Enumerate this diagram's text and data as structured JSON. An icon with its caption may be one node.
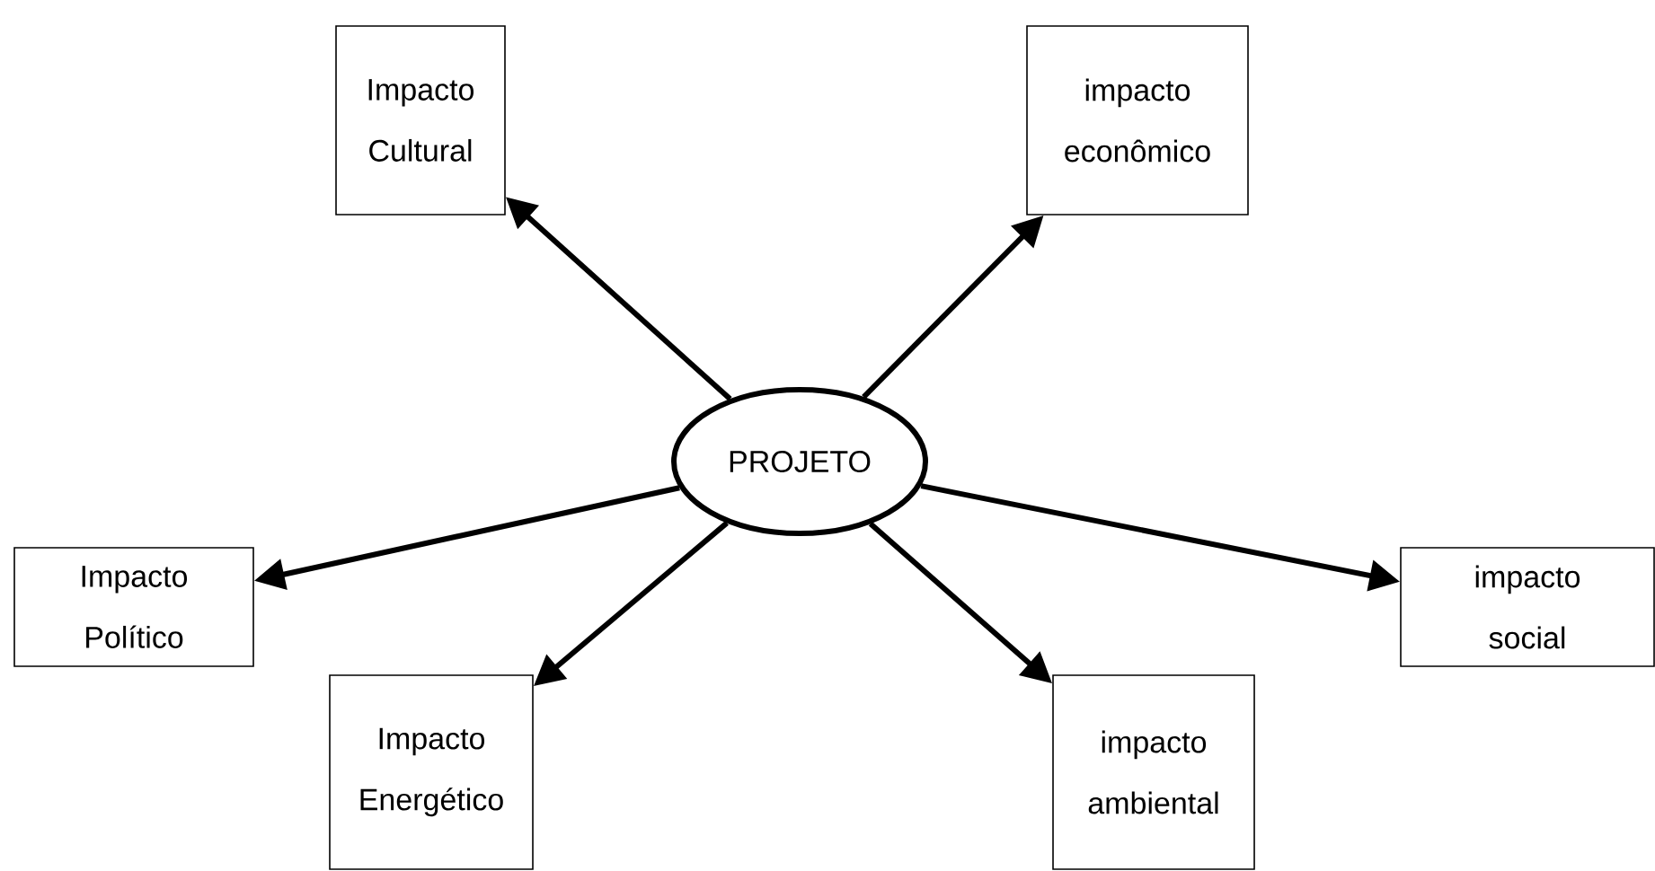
{
  "diagram": {
    "nodes": [
      {
        "text": [
          "Impacto Cultural"
        ]
      },
      {
        "text": [
          "impacto econômico"
        ]
      },
      {
        "text": [
          "Impacto Político"
        ]
      },
      {
        "text": [
          "PROJETO"
        ]
      },
      {
        "text": [
          "impacto social"
        ]
      },
      {
        "text": [
          "Impacto Energético"
        ]
      },
      {
        "text": [
          "impacto ambiental"
        ]
      }
    ],
    "edges": [
      {
        "from": 3,
        "to": 0,
        "arrow": "to"
      },
      {
        "from": 3,
        "to": 1,
        "arrow": "to"
      },
      {
        "from": 3,
        "to": 2,
        "arrow": "to"
      },
      {
        "from": 3,
        "to": 4,
        "arrow": "to"
      },
      {
        "from": 3,
        "to": 5,
        "arrow": "to"
      },
      {
        "from": 3,
        "to": 6,
        "arrow": "to"
      }
    ]
  }
}
